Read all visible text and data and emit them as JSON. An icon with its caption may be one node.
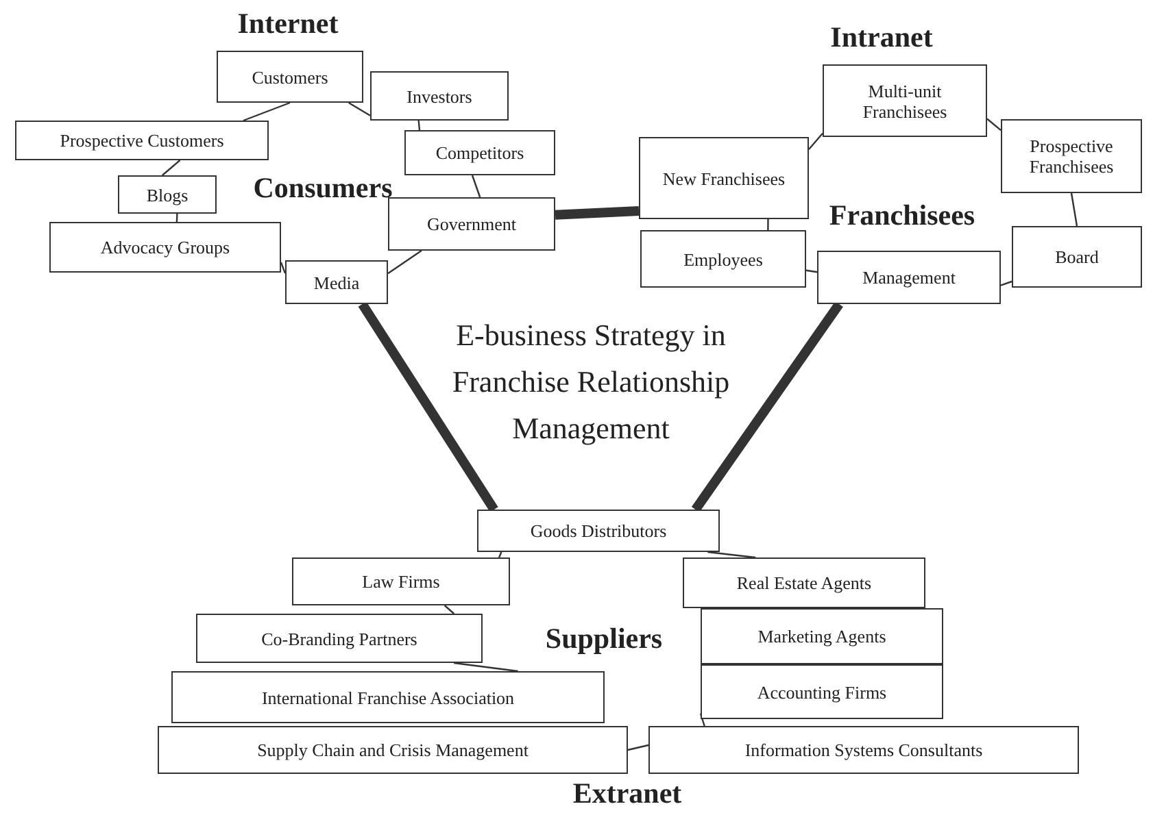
{
  "diagram": {
    "title": "E-business Strategy in Franchise Relationship Management",
    "nodes": [
      {
        "text": [
          "Customers"
        ]
      },
      {
        "text": [
          "Investors"
        ]
      },
      {
        "text": [
          "Prospective Customers"
        ]
      },
      {
        "text": [
          "Competitors"
        ]
      },
      {
        "text": [
          "Blogs"
        ]
      },
      {
        "text": [
          "Government"
        ]
      },
      {
        "text": [
          "Advocacy Groups"
        ]
      },
      {
        "text": [
          "Media"
        ]
      },
      {
        "text": [
          "Multi-unit Franchisees"
        ]
      },
      {
        "text": [
          "New Franchisees"
        ]
      },
      {
        "text": [
          "Prospective Franchisees"
        ]
      },
      {
        "text": [
          "Employees"
        ]
      },
      {
        "text": [
          "Management"
        ]
      },
      {
        "text": [
          "Board"
        ]
      },
      {
        "text": [
          "Goods Distributors"
        ]
      },
      {
        "text": [
          "Law Firms"
        ]
      },
      {
        "text": [
          "Real Estate Agents"
        ]
      },
      {
        "text": [
          "Co-Branding Partners"
        ]
      },
      {
        "text": [
          "Marketing Agents"
        ]
      },
      {
        "text": [
          "International Franchise Association"
        ]
      },
      {
        "text": [
          "Accounting Firms"
        ]
      },
      {
        "text": [
          "Supply Chain and Crisis Management"
        ]
      },
      {
        "text": [
          "Information Systems Consultants"
        ]
      }
    ],
    "edges": [
      {
        "from": 2,
        "to": 0,
        "arrow": "none"
      },
      {
        "from": 0,
        "to": 1,
        "arrow": "none"
      },
      {
        "from": 1,
        "to": 3,
        "arrow": "none"
      },
      {
        "from": 3,
        "to": 5,
        "arrow": "none"
      },
      {
        "from": 5,
        "to": 7,
        "arrow": "none"
      },
      {
        "from": 7,
        "to": 6,
        "arrow": "none"
      },
      {
        "from": 6,
        "to": 4,
        "arrow": "none"
      },
      {
        "from": 4,
        "to": 2,
        "arrow": "none"
      },
      {
        "from": 5,
        "to": 9,
        "arrow": "none",
        "style": "thick"
      },
      {
        "from": 9,
        "to": 8,
        "arrow": "none"
      },
      {
        "from": 8,
        "to": 10,
        "arrow": "none"
      },
      {
        "from": 10,
        "to": 13,
        "arrow": "none"
      },
      {
        "from": 13,
        "to": 12,
        "arrow": "none"
      },
      {
        "from": 12,
        "to": 11,
        "arrow": "none"
      },
      {
        "from": 11,
        "to": 9,
        "arrow": "none"
      },
      {
        "from": 7,
        "to": 14,
        "arrow": "none",
        "style": "thick"
      },
      {
        "from": 12,
        "to": 14,
        "arrow": "none",
        "style": "thick"
      },
      {
        "from": 14,
        "to": 15,
        "arrow": "none"
      },
      {
        "from": 15,
        "to": 17,
        "arrow": "none"
      },
      {
        "from": 17,
        "to": 19,
        "arrow": "none"
      },
      {
        "from": 21,
        "to": 22,
        "arrow": "none"
      },
      {
        "from": 22,
        "to": 20,
        "arrow": "none"
      },
      {
        "from": 14,
        "to": 16,
        "arrow": "none"
      }
    ],
    "labels": [
      "Internet",
      "Consumers",
      "Intranet",
      "Franchisees",
      "Suppliers",
      "Extranet"
    ]
  }
}
